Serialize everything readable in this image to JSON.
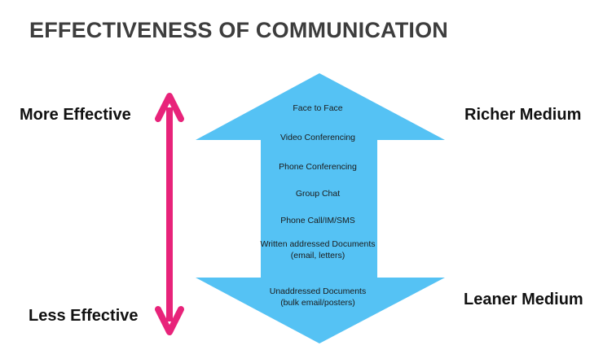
{
  "title": "EFFECTIVENESS OF COMMUNICATION",
  "left_axis": {
    "top_label": "More Effective",
    "bottom_label": "Less Effective"
  },
  "right_axis": {
    "top_label": "Richer Medium",
    "bottom_label": "Leaner Medium"
  },
  "items": [
    [
      "Face to Face"
    ],
    [
      "Video Conferencing"
    ],
    [
      "Phone Conferencing"
    ],
    [
      "Group Chat"
    ],
    [
      "Phone Call/IM/SMS"
    ],
    [
      "Written addressed Documents",
      "(email, letters)"
    ],
    [
      "Unaddressed Documents",
      "(bulk email/posters)"
    ]
  ],
  "colors": {
    "double_arrow": "#55c2f4",
    "effectiveness_arrow": "#e8237a"
  }
}
